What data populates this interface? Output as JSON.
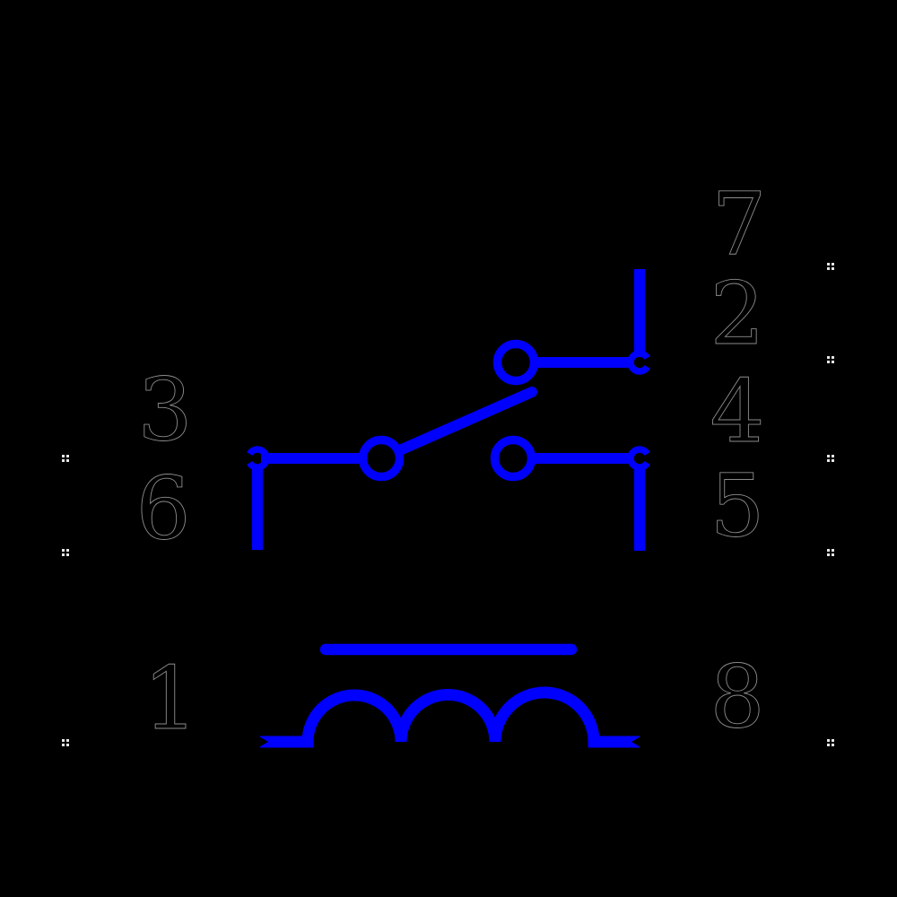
{
  "diagram": {
    "type": "relay-internal-wiring-schematic",
    "background_color": "#000000",
    "circuit_color": "#0000ff",
    "label_fill_color": "#000000",
    "label_outline_color": "#8c8c8c",
    "tick_color": "#e6e6e6",
    "pins_left": [
      "3",
      "6",
      "1"
    ],
    "pins_right": [
      "7",
      "2",
      "4",
      "5",
      "8"
    ]
  }
}
